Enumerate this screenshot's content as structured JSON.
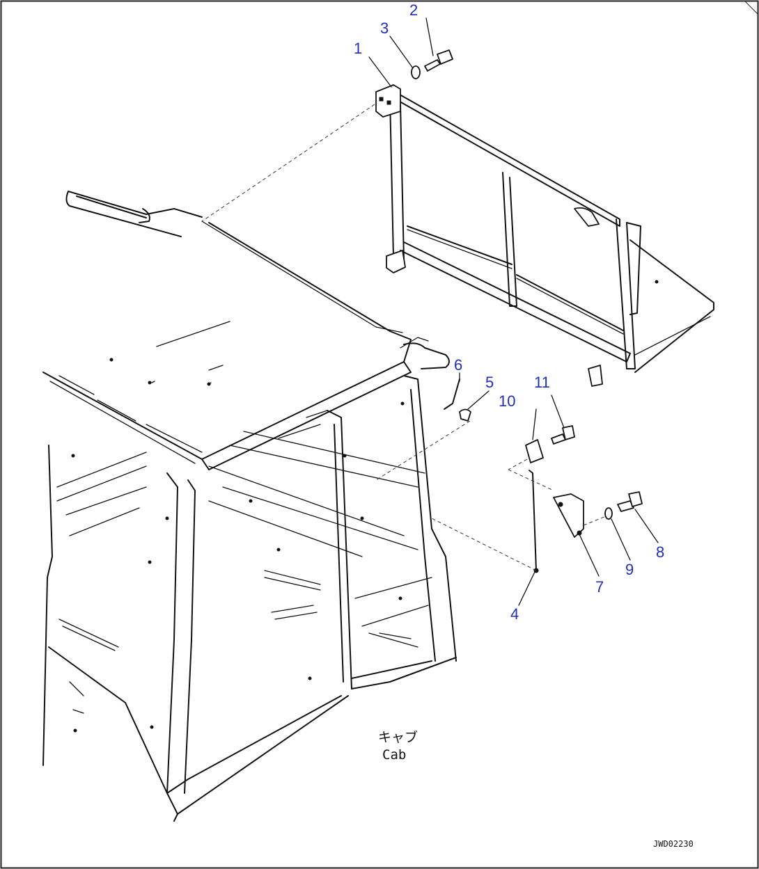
{
  "callouts": {
    "c1": "1",
    "c2": "2",
    "c3": "3",
    "c4": "4",
    "c5": "5",
    "c6": "6",
    "c7": "7",
    "c8": "8",
    "c9": "9",
    "c10": "10",
    "c11": "11"
  },
  "caption": {
    "japanese": "キャブ",
    "english": "Cab"
  },
  "drawing_code": "JWD02230",
  "colors": {
    "callout": "#1f2fb8",
    "line": "#111111",
    "background": "#ffffff"
  }
}
